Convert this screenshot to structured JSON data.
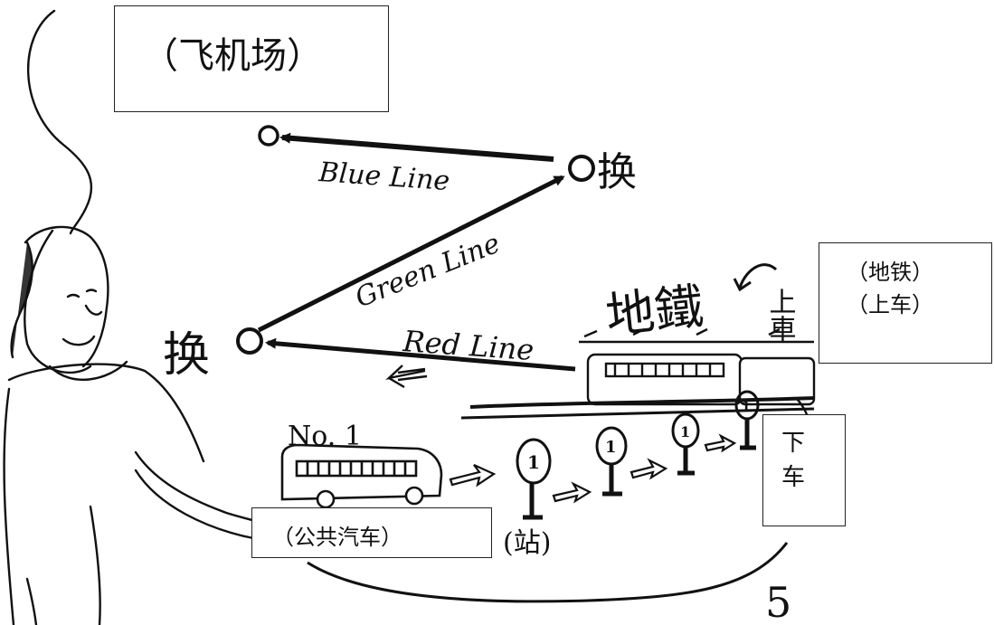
{
  "labels": {
    "airport": "（飞机场）",
    "subway": "（地铁）",
    "board": "（上车）",
    "get_off": [
      "下",
      "车"
    ],
    "bus": "（公共汽车）"
  },
  "sketch": {
    "blue_line": "Blue Line",
    "green_line": "Green Line",
    "red_line": "Red Line",
    "transfer_top": "换",
    "transfer_left": "换",
    "subway_hand": "地鐵",
    "board_hand": "上車",
    "bus_number": "No. 1",
    "stop_number": "1",
    "station_hand": "(站)",
    "page_number": "5"
  }
}
